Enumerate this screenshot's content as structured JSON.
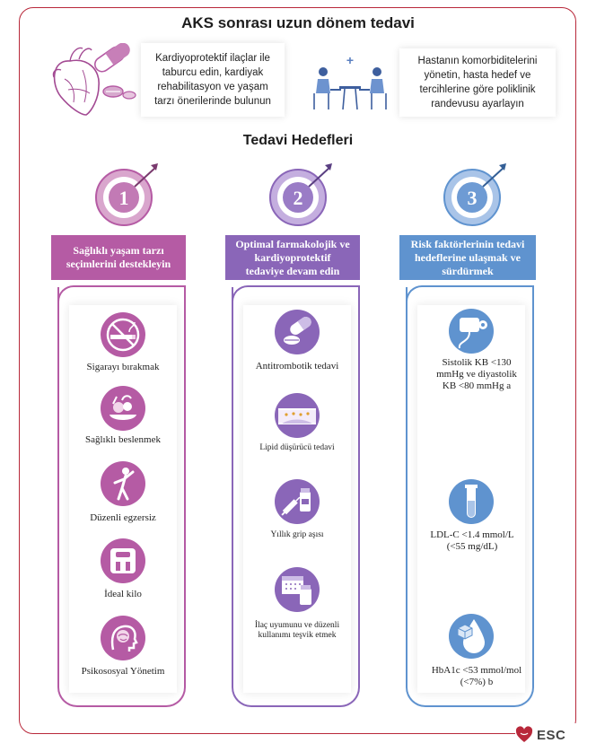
{
  "title": "AKS sonrası uzun dönem tedavi",
  "top_left_text": "Kardiyoprotektif ilaçlar ile taburcu edin, kardiyak rehabilitasyon ve yaşam tarzı önerilerinde bulunun",
  "top_right_text": "Hastanın komorbiditelerini yönetin, hasta hedef ve tercihlerine göre poliklinik randevusu ayarlayın",
  "subtitle": "Tedavi Hedefleri",
  "colors": {
    "frame": "#b8283a",
    "goal1": "#b55ba4",
    "goal2": "#8a66b8",
    "goal3": "#5f93cf"
  },
  "goals": [
    {
      "number": "1",
      "label": "Sağlıklı yaşam tarzı seçimlerini destekleyin",
      "items": [
        {
          "label": "Sigarayı bırakmak",
          "icon": "no-smoking-icon"
        },
        {
          "label": "Sağlıklı beslenmek",
          "icon": "healthy-food-icon"
        },
        {
          "label": "Düzenli egzersiz",
          "icon": "exercise-icon"
        },
        {
          "label": "İdeal kilo",
          "icon": "weight-scale-icon"
        },
        {
          "label": "Psikososyal Yönetim",
          "icon": "brain-head-icon"
        }
      ]
    },
    {
      "number": "2",
      "label": "Optimal farmakolojik ve kardiyoprotektif tedaviye devam edin",
      "items": [
        {
          "label": "Antitrombotik tedavi",
          "icon": "pills-icon"
        },
        {
          "label": "Lipid düşürücü tedavi",
          "icon": "artery-plaque-icon"
        },
        {
          "label": "Yıllık grip aşısı",
          "icon": "syringe-vial-icon"
        },
        {
          "label": "İlaç uyumunu ve düzenli kullanımı teşvik etmek",
          "icon": "calendar-medicine-icon"
        }
      ]
    },
    {
      "number": "3",
      "label": "Risk faktörlerinin tedavi hedeflerine ulaşmak ve sürdürmek",
      "items": [
        {
          "label": "Sistolik KB <130 mmHg ve diyastolik KB <80 mmHg a",
          "icon": "blood-pressure-monitor-icon"
        },
        {
          "label": "LDL-C <1.4 mmol/L (<55 mg/dL)",
          "icon": "test-tube-icon"
        },
        {
          "label": "HbA1c <53 mmol/mol (<7%) b",
          "icon": "glucose-drop-icon"
        }
      ]
    }
  ],
  "logo_text": "ESC"
}
